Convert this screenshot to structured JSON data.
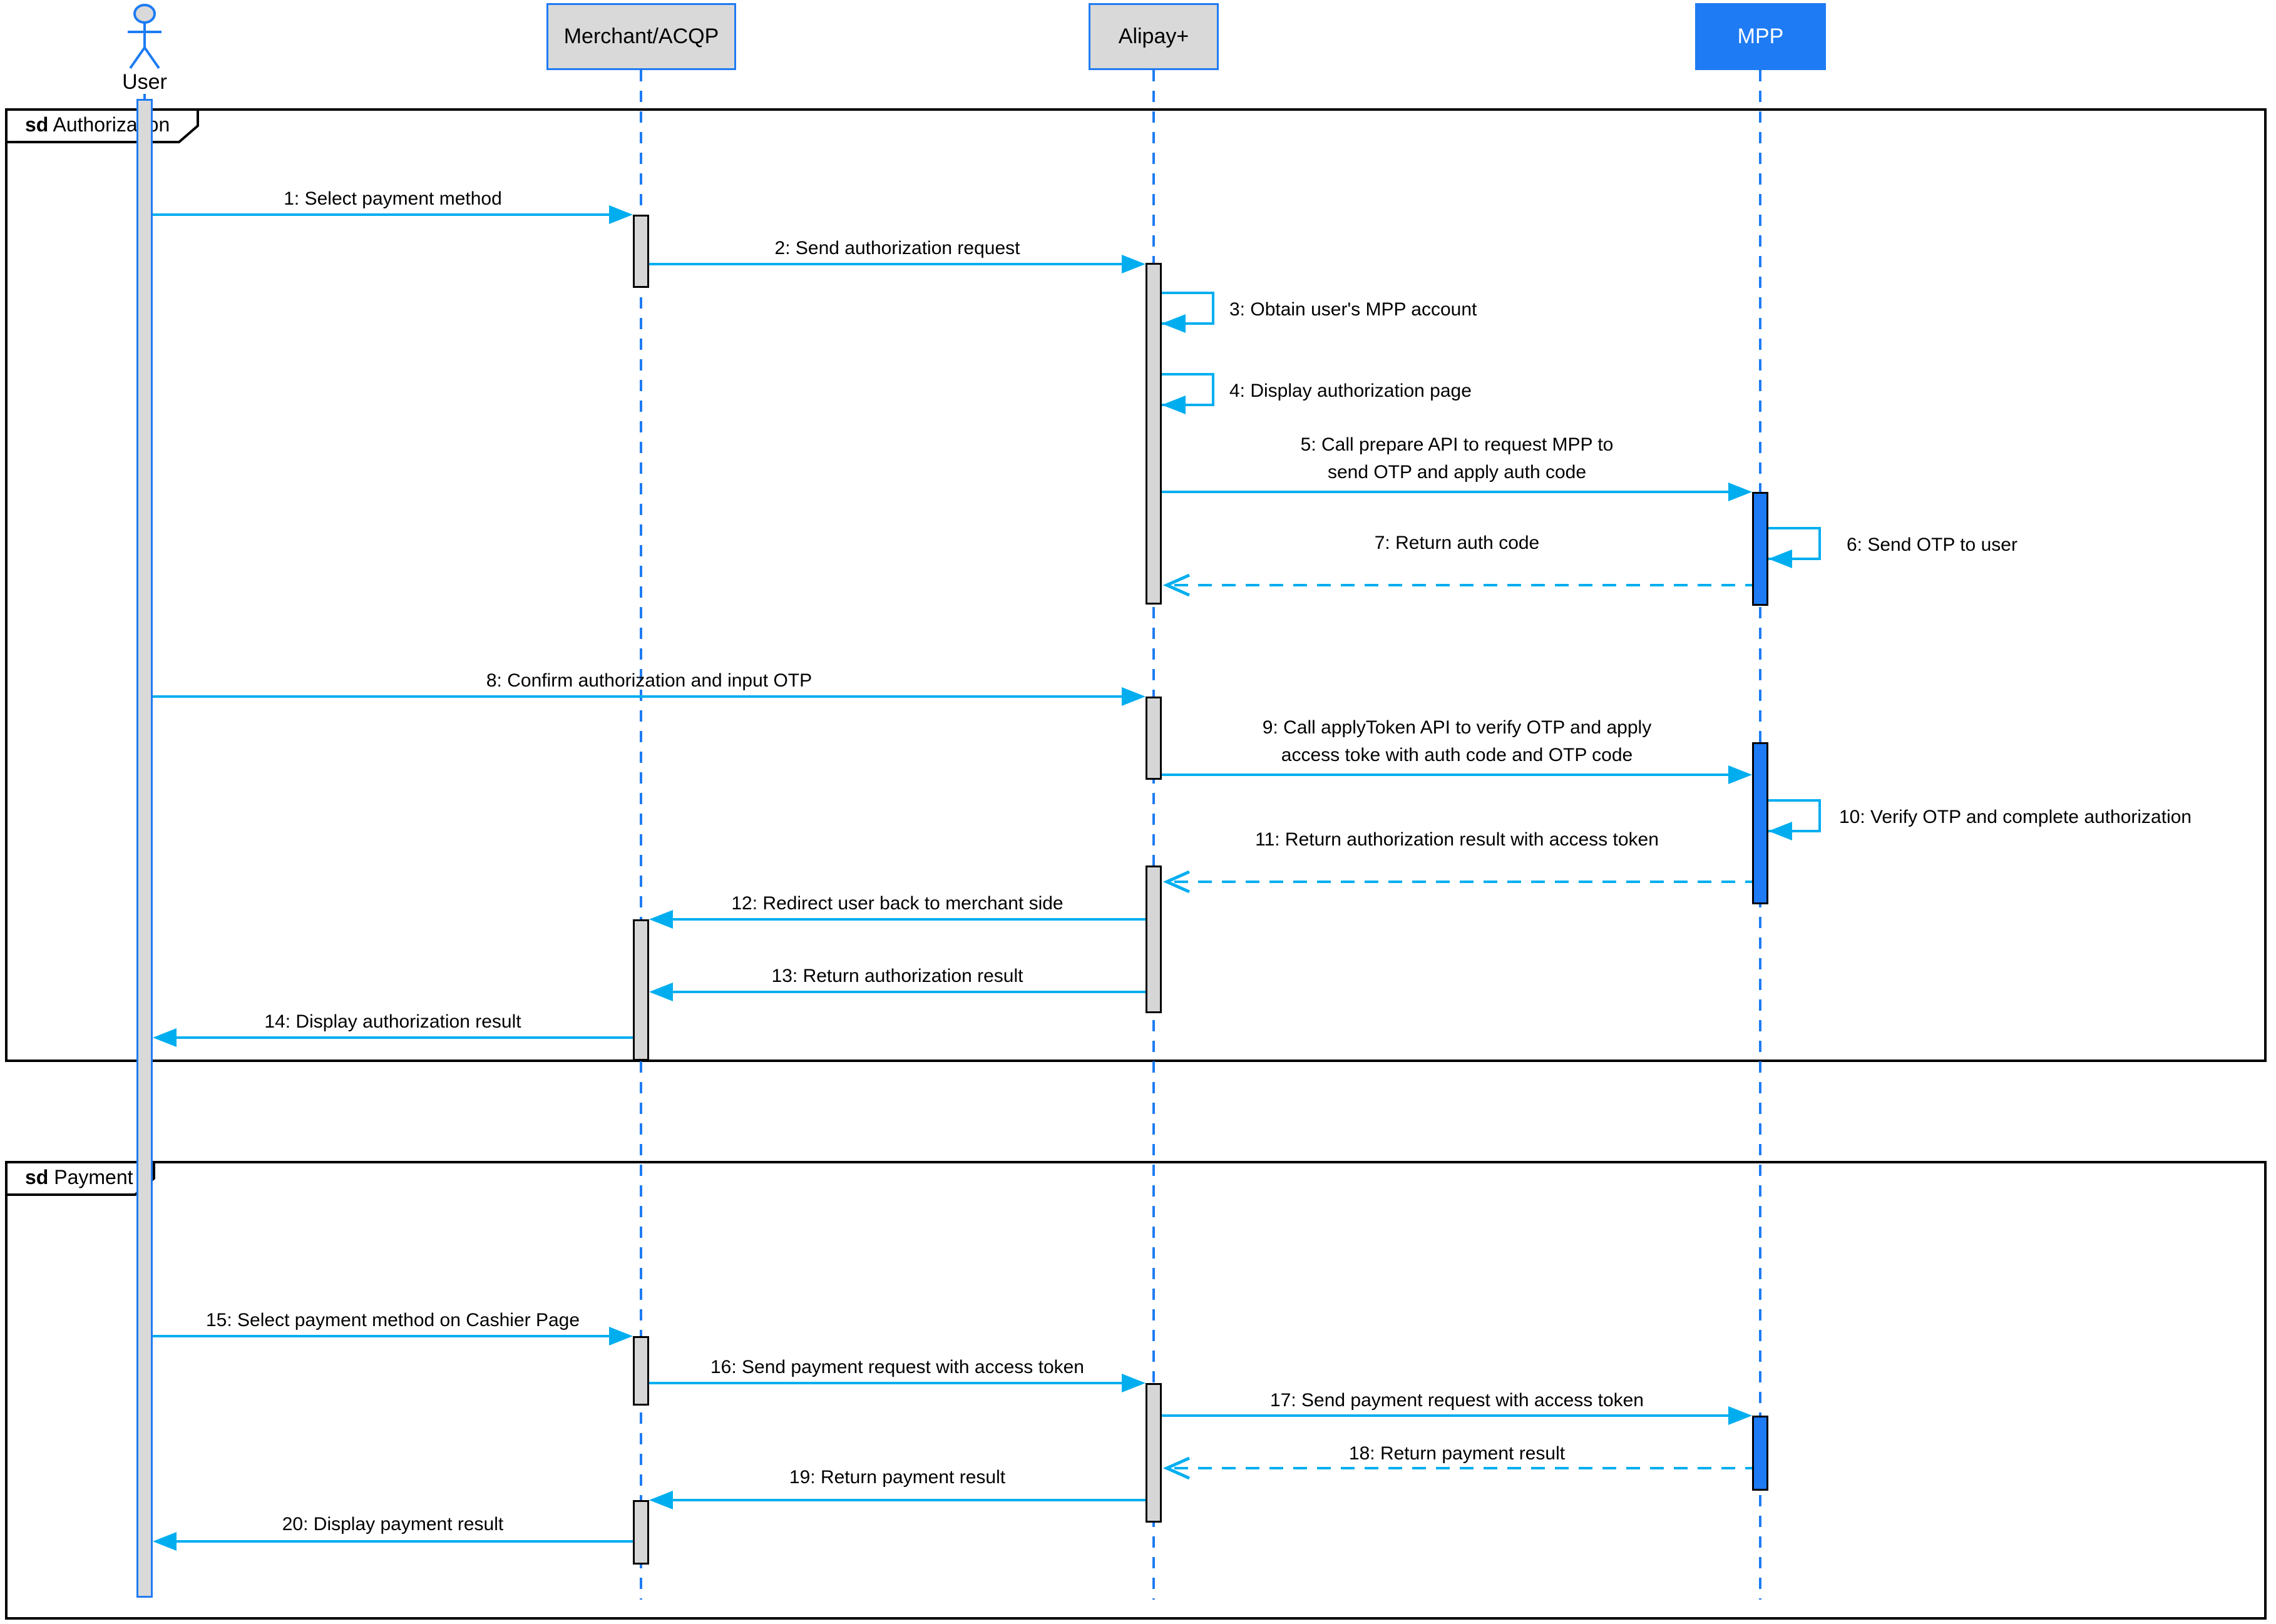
{
  "participants": [
    {
      "label": "User"
    },
    {
      "label": "Merchant/ACQP"
    },
    {
      "label": "Alipay+"
    },
    {
      "label": "MPP"
    }
  ],
  "frames": [
    {
      "keyword": "sd",
      "title": "Authorization"
    },
    {
      "keyword": "sd",
      "title": "Payment"
    }
  ],
  "messages": {
    "m1": "1: Select payment method",
    "m2": "2: Send authorization request",
    "m3": "3: Obtain user's MPP account",
    "m4": "4: Display authorization page",
    "m5": "5: Call prepare API to request MPP to\nsend OTP and apply auth code",
    "m6": "6: Send OTP to user",
    "m7": "7: Return auth code",
    "m8": "8: Confirm authorization and input OTP",
    "m9": "9: Call applyToken API to verify OTP and apply\naccess toke with auth code and OTP code",
    "m10": "10: Verify OTP and complete authorization",
    "m11": "11: Return authorization result with access token",
    "m12": "12: Redirect user back to merchant side",
    "m13": "13: Return authorization result",
    "m14": "14: Display authorization result",
    "m15": "15: Select payment method on Cashier Page",
    "m16": "16: Send payment request with access token",
    "m17": "17: Send payment request with access token",
    "m18": "18: Return payment result",
    "m19": "19: Return payment result",
    "m20": "20: Display payment result"
  },
  "colors": {
    "lifeline_blue": "#1E7BF3",
    "message_cyan": "#00AEF0",
    "participant_gray": "#D9D9D9",
    "mpp_blue": "#1E7BF3"
  }
}
